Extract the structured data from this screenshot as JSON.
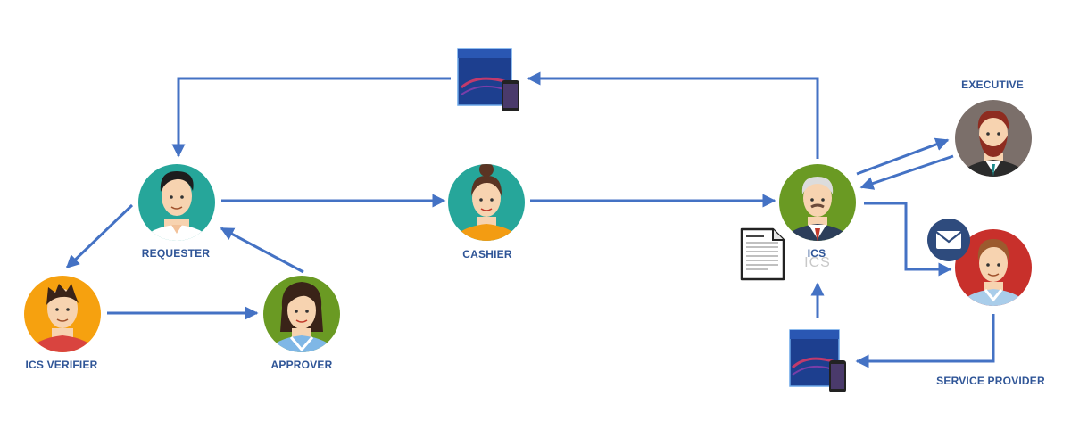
{
  "colors": {
    "arrow": "#4472c4",
    "label": "#2f5597",
    "ghost_label": "#c8c8c8",
    "teal": "#26a69a",
    "orange": "#f6a10f",
    "green": "#6a9a23",
    "gray": "#7b6f6a",
    "red": "#c8302b",
    "skin": "#f7d3b0",
    "envelope": "#2e4b7d"
  },
  "nodes": {
    "requester": {
      "label": "REQUESTER"
    },
    "ics_verifier": {
      "label": "ICS VERIFIER"
    },
    "approver": {
      "label": "APPROVER"
    },
    "cashier": {
      "label": "CASHIER"
    },
    "ics": {
      "label": "ICS",
      "ghost_label": "ICS"
    },
    "executive": {
      "label": "EXECUTIVE"
    },
    "service_provider": {
      "label": "SERVICE PROVIDER"
    }
  },
  "icons": {
    "top_app": "app-box-phone-icon",
    "bottom_app": "app-box-phone-icon",
    "document": "document-icon",
    "mail": "envelope-icon"
  }
}
